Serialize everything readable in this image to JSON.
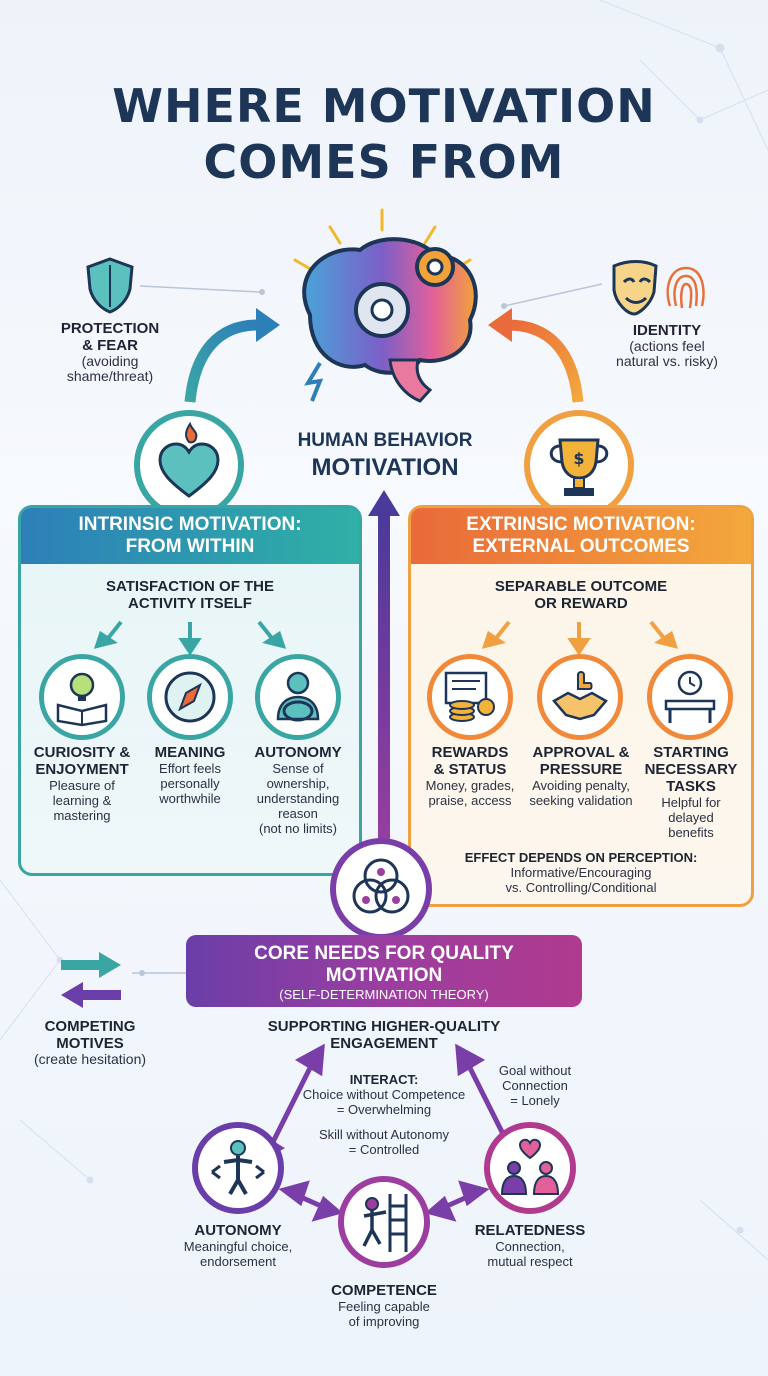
{
  "title": {
    "line1": "WHERE MOTIVATION",
    "line2": "COMES FROM"
  },
  "center": {
    "line1": "HUMAN BEHAVIOR",
    "line2": "MOTIVATION"
  },
  "protection": {
    "label_line1": "PROTECTION",
    "label_line2": "& FEAR",
    "desc_line1": "(avoiding",
    "desc_line2": "shame/threat)",
    "icon": "shield-icon"
  },
  "identity": {
    "label": "IDENTITY",
    "desc_line1": "(actions feel",
    "desc_line2": "natural vs. risky)",
    "icon": "mask-fingerprint-icon"
  },
  "intrinsic": {
    "title_line1": "INTRINSIC MOTIVATION:",
    "title_line2": "FROM WITHIN",
    "subtitle_line1": "SATISFACTION OF THE",
    "subtitle_line2": "ACTIVITY ITSELF",
    "items": [
      {
        "label_line1": "CURIOSITY &",
        "label_line2": "ENJOYMENT",
        "desc": [
          "Pleasure of",
          "learning &",
          "mastering"
        ],
        "icon": "lightbulb-book-icon"
      },
      {
        "label_line1": "MEANING",
        "label_line2": "",
        "desc": [
          "Effort feels",
          "personally",
          "worthwhile"
        ],
        "icon": "compass-icon"
      },
      {
        "label_line1": "AUTONOMY",
        "label_line2": "",
        "desc": [
          "Sense of",
          "ownership,",
          "understanding",
          "reason",
          "(not no limits)"
        ],
        "icon": "driver-icon"
      }
    ]
  },
  "extrinsic": {
    "title_line1": "EXTRINSIC MOTIVATION:",
    "title_line2": "EXTERNAL OUTCOMES",
    "subtitle_line1": "SEPARABLE OUTCOME",
    "subtitle_line2": "OR REWARD",
    "items": [
      {
        "label_line1": "REWARDS",
        "label_line2": "& STATUS",
        "label_line3": "",
        "desc": [
          "Money, grades,",
          "praise, access"
        ],
        "icon": "certificate-coins-icon"
      },
      {
        "label_line1": "APPROVAL &",
        "label_line2": "PRESSURE",
        "label_line3": "",
        "desc": [
          "Avoiding penalty,",
          "seeking validation"
        ],
        "icon": "handshake-icon"
      },
      {
        "label_line1": "STARTING",
        "label_line2": "NECESSARY",
        "label_line3": "TASKS",
        "desc": [
          "Helpful for",
          "delayed",
          "benefits"
        ],
        "icon": "clock-barrier-icon"
      }
    ],
    "effect_line1": "EFFECT DEPENDS ON PERCEPTION:",
    "effect_line2": "Informative/Encouraging",
    "effect_line3": "vs. Controlling/Conditional"
  },
  "core": {
    "title_line1": "CORE NEEDS FOR QUALITY",
    "title_line2": "MOTIVATION",
    "subtitle": "(SELF-DETERMINATION THEORY)",
    "support_line1": "SUPPORTING HIGHER-QUALITY",
    "support_line2": "ENGAGEMENT"
  },
  "competing": {
    "label_line1": "COMPETING",
    "label_line2": "MOTIVES",
    "desc": "(create hesitation)"
  },
  "interact": {
    "title": "INTERACT:",
    "line1": "Choice without Competence",
    "line2": "= Overwhelming",
    "line3": "Skill without Autonomy",
    "line4": "= Controlled"
  },
  "goal": {
    "line1": "Goal without",
    "line2": "Connection",
    "line3": "= Lonely"
  },
  "needs": [
    {
      "label": "AUTONOMY",
      "desc_line1": "Meaningful choice,",
      "desc_line2": "endorsement",
      "icon": "person-arrows-icon"
    },
    {
      "label": "COMPETENCE",
      "desc_line1": "Feeling capable",
      "desc_line2": "of improving",
      "icon": "ladder-climber-icon"
    },
    {
      "label": "RELATEDNESS",
      "desc_line1": "Connection,",
      "desc_line2": "mutual respect",
      "icon": "people-heart-icon"
    }
  ],
  "colors": {
    "teal": "#3aa6a4",
    "orange": "#f0a040",
    "purple": "#7a3ea8",
    "navy": "#1d3557"
  }
}
